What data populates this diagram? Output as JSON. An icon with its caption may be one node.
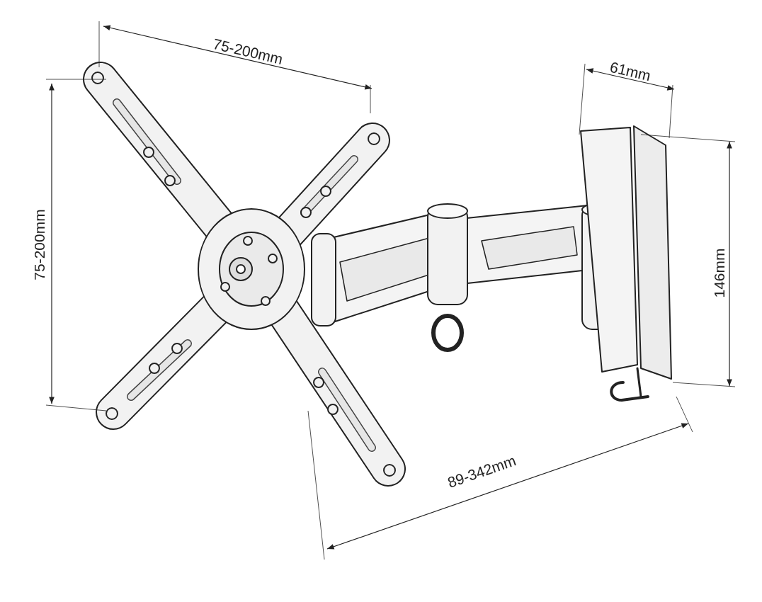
{
  "diagram": {
    "labels": [
      "75-200mm",
      "61mm",
      "75-200mm",
      "146mm",
      "89-342mm"
    ]
  }
}
